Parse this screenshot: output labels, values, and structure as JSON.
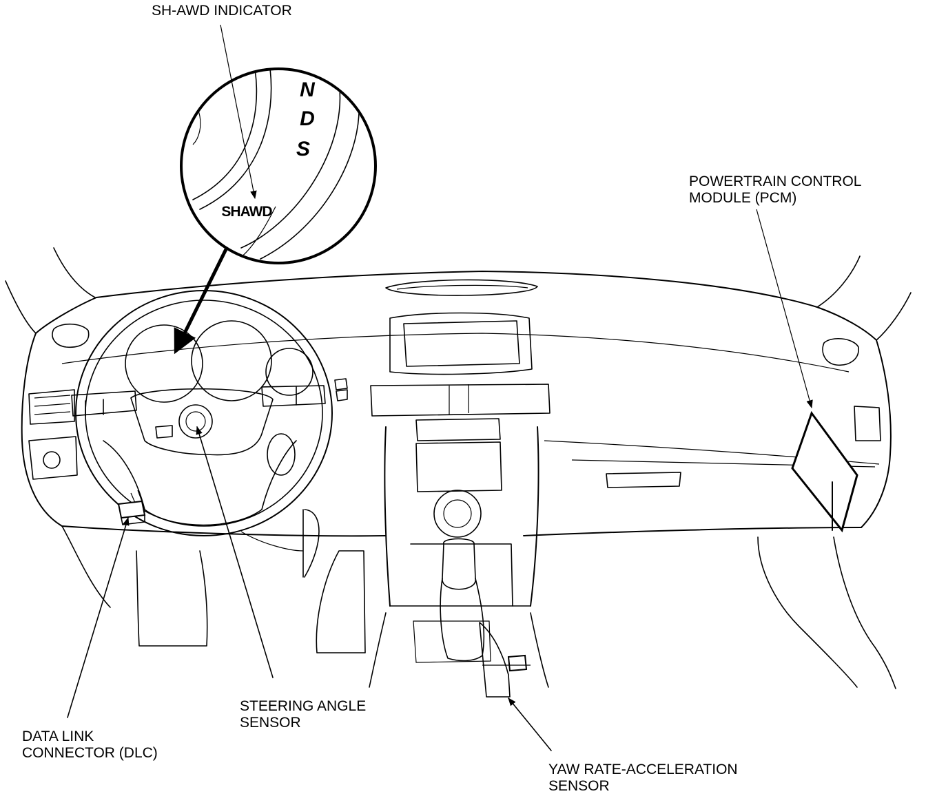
{
  "labels": {
    "sh_awd_indicator": "SH-AWD INDICATOR",
    "pcm_line1": "POWERTRAIN CONTROL",
    "pcm_line2": "MODULE (PCM)",
    "steering_line1": "STEERING ANGLE",
    "steering_line2": "SENSOR",
    "dlc_line1": "DATA LINK",
    "dlc_line2": "CONNECTOR (DLC)",
    "yaw_line1": "YAW RATE-ACCELERATION",
    "yaw_line2": "SENSOR"
  },
  "inset": {
    "gear_letters": [
      "N",
      "D",
      "S"
    ],
    "indicator_text": "SHAWD"
  },
  "colors": {
    "line": "#000000",
    "background": "#ffffff"
  }
}
